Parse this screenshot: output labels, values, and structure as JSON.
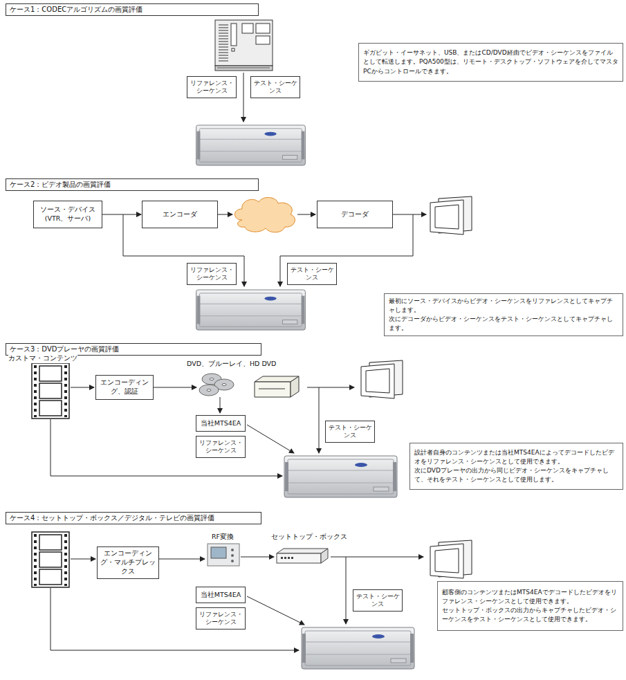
{
  "diagram": {
    "nodes": [
      {
        "text": [
          "ケース1：CODECアルゴリズムの画質評価"
        ]
      },
      {
        "text": [
          "リファレンス・シーケンス"
        ]
      },
      {
        "text": [
          "テスト・シーケンス"
        ]
      },
      {
        "text": [
          "ギガビット・イーサネット、USB、またはCD/DVD経由でビデオ・シーケンスをファイルとして転送します。PQA500型は、リモート・デスクトップ・ソフトウェアを介してマスタPCからコントロールできます。"
        ]
      },
      {
        "text": [
          "ケース2：ビデオ製品の画質評価"
        ]
      },
      {
        "text": [
          "ソース・デバイス (VTR、サーバ)"
        ]
      },
      {
        "text": [
          "エンコーダ"
        ]
      },
      {
        "text": [
          "デコーダ"
        ]
      },
      {
        "text": [
          "リファレンス・シーケンス"
        ]
      },
      {
        "text": [
          "テスト・シーケンス"
        ]
      },
      {
        "text": [
          "最初にソース・デバイスからビデオ・シーケンスをリファレンスとしてキャプチャします。",
          "次にデコーダからビデオ・シーケンスをテスト・シーケンスとしてキャプチャします。"
        ]
      },
      {
        "text": [
          "ケース3：DVDプレーヤの画質評価"
        ]
      },
      {
        "text": [
          "エンコーディング、認証"
        ]
      },
      {
        "text": [
          "当社MTS4EA"
        ]
      },
      {
        "text": [
          "リファレンス・シーケンス"
        ]
      },
      {
        "text": [
          "テスト・シーケンス"
        ]
      },
      {
        "text": [
          "設計者自身のコンテンツまたは当社MTS4EAによってデコードしたビデオをリファレンス・シーケンスとして使用できます。",
          "次にDVDプレーヤの出力から同じビデオ・シーケンスをキャプチャして、それをテスト・シーケンスとして使用します。"
        ]
      },
      {
        "text": [
          "ケース4：セットトップ・ボックス／デジタル・テレビの画質評価"
        ]
      },
      {
        "text": [
          "エンコーディング・マルチプレックス"
        ]
      },
      {
        "text": [
          "当社MTS4EA"
        ]
      },
      {
        "text": [
          "リファレンス・シーケンス"
        ]
      },
      {
        "text": [
          "テスト・シーケンス"
        ]
      },
      {
        "text": [
          "顧客側のコンテンツまたはMTS4EAでデコードしたビデオをリファレンス・シーケンスとして使用できます。",
          "セットトップ・ボックスの出力からキャプチャしたビデオ・シーケンスをテスト・シーケンスとして使用できます。"
        ]
      }
    ],
    "edges": [
      {
        "from": 5,
        "to": 6,
        "arrow": "to"
      }
    ],
    "labels": [
      "カストマ・コンテンツ",
      "DVD、ブルーレイ、HD DVD",
      "RF変換",
      "セットトップ・ボックス"
    ]
  }
}
